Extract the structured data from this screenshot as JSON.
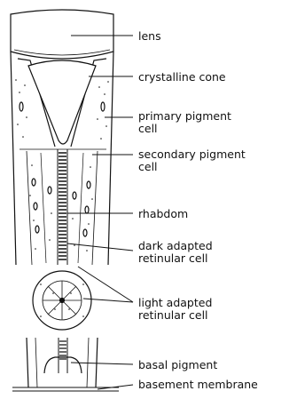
{
  "labels": {
    "lens": "lens",
    "crystalline_cone": "crystalline cone",
    "primary_pigment_cell_1": "primary pigment",
    "primary_pigment_cell_2": "cell",
    "secondary_pigment_cell_1": "secondary pigment",
    "secondary_pigment_cell_2": "cell",
    "rhabdom": "rhabdom",
    "dark_adapted_1": "dark adapted",
    "dark_adapted_2": "retinular cell",
    "light_adapted_1": "light adapted",
    "light_adapted_2": "retinular cell",
    "basal_pigment": "basal pigment",
    "basement_membrane": "basement membrane"
  },
  "colors": {
    "ink": "#111111",
    "paper": "#ffffff"
  }
}
